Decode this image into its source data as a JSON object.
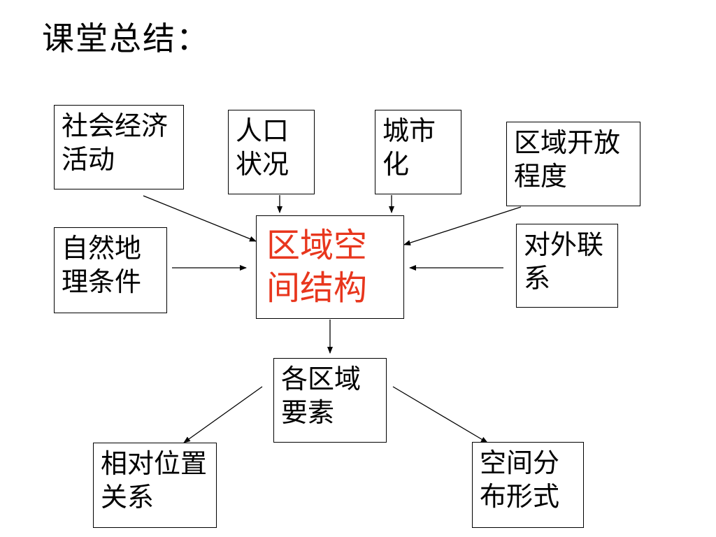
{
  "title": "课堂总结：",
  "nodes": {
    "social_economic": "社会经济活动",
    "population": "人口状况",
    "urbanization": "城市化",
    "openness": "区域开放程度",
    "natural": "自然地理条件",
    "external": "对外联系",
    "center": "区域空间结构",
    "elements": "各区域要素",
    "relative_position": "相对位置关系",
    "spatial_form": "空间分布形式"
  },
  "colors": {
    "center_text": "#e8361d",
    "line": "#000000"
  }
}
